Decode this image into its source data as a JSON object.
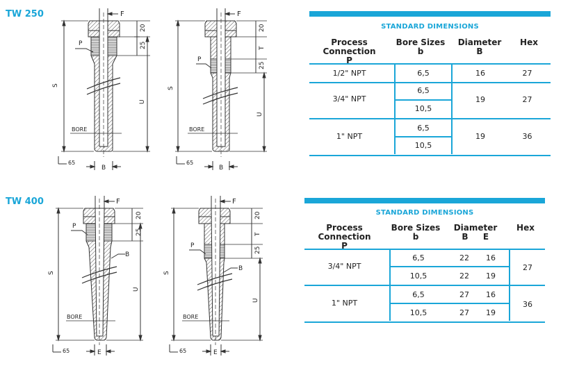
{
  "sections": {
    "tw250": "TW 250",
    "tw400": "TW 400"
  },
  "labels": {
    "F": "F",
    "P": "P",
    "S": "S",
    "U": "U",
    "T": "T",
    "B": "B",
    "E": "E",
    "bore": "BORE",
    "dim20": "20",
    "dim25": "25",
    "dim65": "65"
  },
  "table1": {
    "title": "STANDARD DIMENSIONS",
    "headers": {
      "process": "Process Connection",
      "process_sub": "P",
      "bore": "Bore Sizes",
      "bore_sub": "b",
      "diameter": "Diameter",
      "diameter_sub": "B",
      "hex": "Hex"
    },
    "rows": [
      {
        "process": "1/2\" NPT",
        "bores": [
          "6,5"
        ],
        "diameter": "16",
        "hex": "27"
      },
      {
        "process": "3/4\" NPT",
        "bores": [
          "6,5",
          "10,5"
        ],
        "diameter": "19",
        "hex": "27"
      },
      {
        "process": "1\" NPT",
        "bores": [
          "6,5",
          "10,5"
        ],
        "diameter": "19",
        "hex": "36"
      }
    ]
  },
  "table2": {
    "title": "STANDARD DIMENSIONS",
    "headers": {
      "process": "Process Connection",
      "process_sub": "P",
      "bore": "Bore Sizes",
      "bore_sub": "b",
      "diameter": "Diameter",
      "diameter_b": "B",
      "diameter_e": "E",
      "hex": "Hex"
    },
    "rows": [
      {
        "process": "3/4\" NPT",
        "bores": [
          "6,5",
          "10,5"
        ],
        "B": [
          "22",
          "22"
        ],
        "E": [
          "16",
          "19"
        ],
        "hex": "27"
      },
      {
        "process": "1\" NPT",
        "bores": [
          "6,5",
          "10,5"
        ],
        "B": [
          "27",
          "27"
        ],
        "E": [
          "16",
          "19"
        ],
        "hex": "36"
      }
    ]
  },
  "colors": {
    "accent": "#1aa6d8",
    "line": "#333333",
    "hatch": "#555555"
  }
}
